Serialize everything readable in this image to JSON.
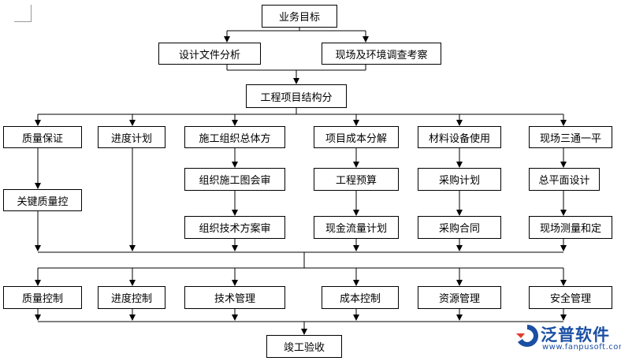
{
  "nodes": {
    "business_goal": "业务目标",
    "design_doc_analysis": "设计文件分析",
    "site_env_survey": "现场及环境调查考察",
    "project_structure": "工程项目结构分",
    "quality_assurance": "质量保证",
    "schedule_plan": "进度计划",
    "construction_org_plan": "施工组织总体方",
    "cost_breakdown": "项目成本分解",
    "material_equipment_use": "材料设备使用",
    "site_three_utilities": "现场三通一平",
    "key_quality_control": "关键质量控",
    "drawing_review": "组织施工图会审",
    "engineering_budget": "工程预算",
    "purchase_plan": "采购计划",
    "general_layout_design": "总平面设计",
    "tech_plan_review": "组织技术方案审",
    "cash_flow_plan": "现金流量计划",
    "purchase_contract": "采购合同",
    "site_survey_setting": "现场测量和定",
    "quality_control": "质量控制",
    "schedule_control": "进度控制",
    "tech_management": "技术管理",
    "cost_control": "成本控制",
    "resource_management": "资源管理",
    "safety_management": "安全管理",
    "completion_acceptance": "竣工验收"
  },
  "logo": {
    "brand": "泛普软件",
    "url": "www.fanpusoft.com",
    "color": "#1b4fa3"
  }
}
